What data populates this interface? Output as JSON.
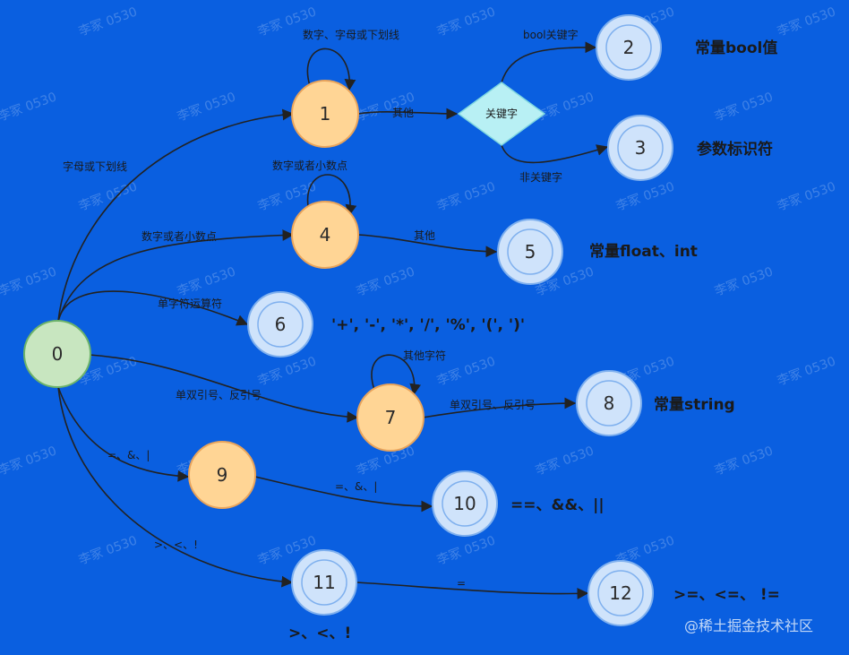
{
  "colors": {
    "background": "#0a5fe0",
    "start_fill": "#c8e6c0",
    "start_stroke": "#6cb36a",
    "intermediate_fill": "#ffd595",
    "intermediate_stroke": "#e9a45b",
    "final_fill": "#cfe3fb",
    "final_stroke": "#7fb0ee",
    "decision_fill": "#b8f0f4",
    "edge": "#222222"
  },
  "states": {
    "s0": "0",
    "s1": "1",
    "s2": "2",
    "s3": "3",
    "s4": "4",
    "s5": "5",
    "s6": "6",
    "s7": "7",
    "s8": "8",
    "s9": "9",
    "s10": "10",
    "s11": "11",
    "s12": "12"
  },
  "decision": {
    "label": "关键字"
  },
  "edges": {
    "e0_1": "字母或下划线",
    "loop1": "数字、字母或下划线",
    "e1_dec": "其他",
    "dec_2": "bool关键字",
    "dec_3": "非关键字",
    "e0_4": "数字或者小数点",
    "loop4": "数字或者小数点",
    "e4_5": "其他",
    "e0_6": "单字符运算符",
    "e0_7": "单双引号、反引号",
    "loop7": "其他字符",
    "e7_8": "单双引号、反引号",
    "e0_9": "=、&、|",
    "e9_10": "=、&、|",
    "e0_11": ">、<、!",
    "e11_12": "="
  },
  "side_labels": {
    "s2": "常量bool值",
    "s3": "参数标识符",
    "s5": "常量float、int",
    "s6": "'+', '-', '*', '/', '%', '(', ')'",
    "s8": "常量string",
    "s10": "==、&&、||",
    "s11": ">、<、!",
    "s12": ">=、<=、 !="
  },
  "watermark": "李冢 0530",
  "footer": "@稀土掘金技术社区"
}
